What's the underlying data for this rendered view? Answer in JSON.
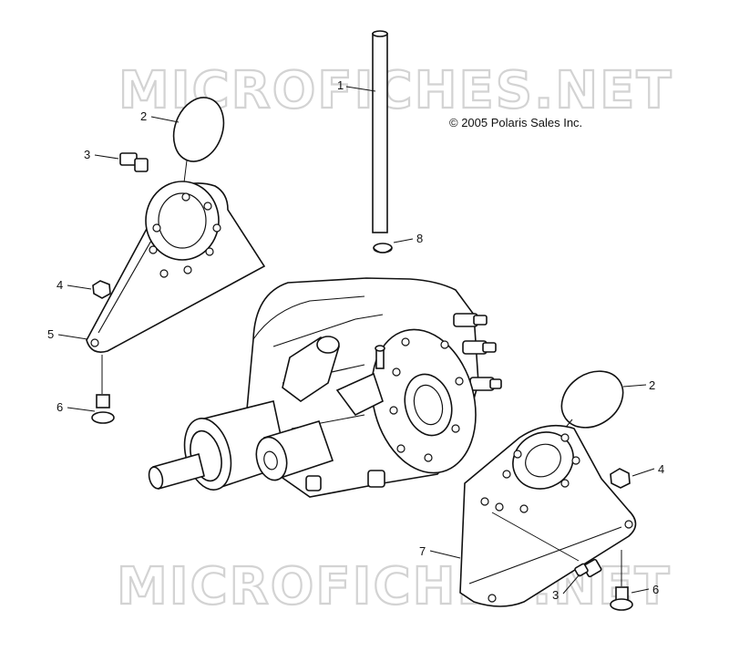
{
  "watermark": "MICROFICHES.NET",
  "copyright": "© 2005 Polaris Sales Inc.",
  "callouts": {
    "c1": "1",
    "c2_top": "2",
    "c3_top": "3",
    "c4_left": "4",
    "c5": "5",
    "c6_left": "6",
    "c8": "8",
    "c2_right": "2",
    "c4_right": "4",
    "c7": "7",
    "c3_bottom": "3",
    "c6_right": "6"
  }
}
